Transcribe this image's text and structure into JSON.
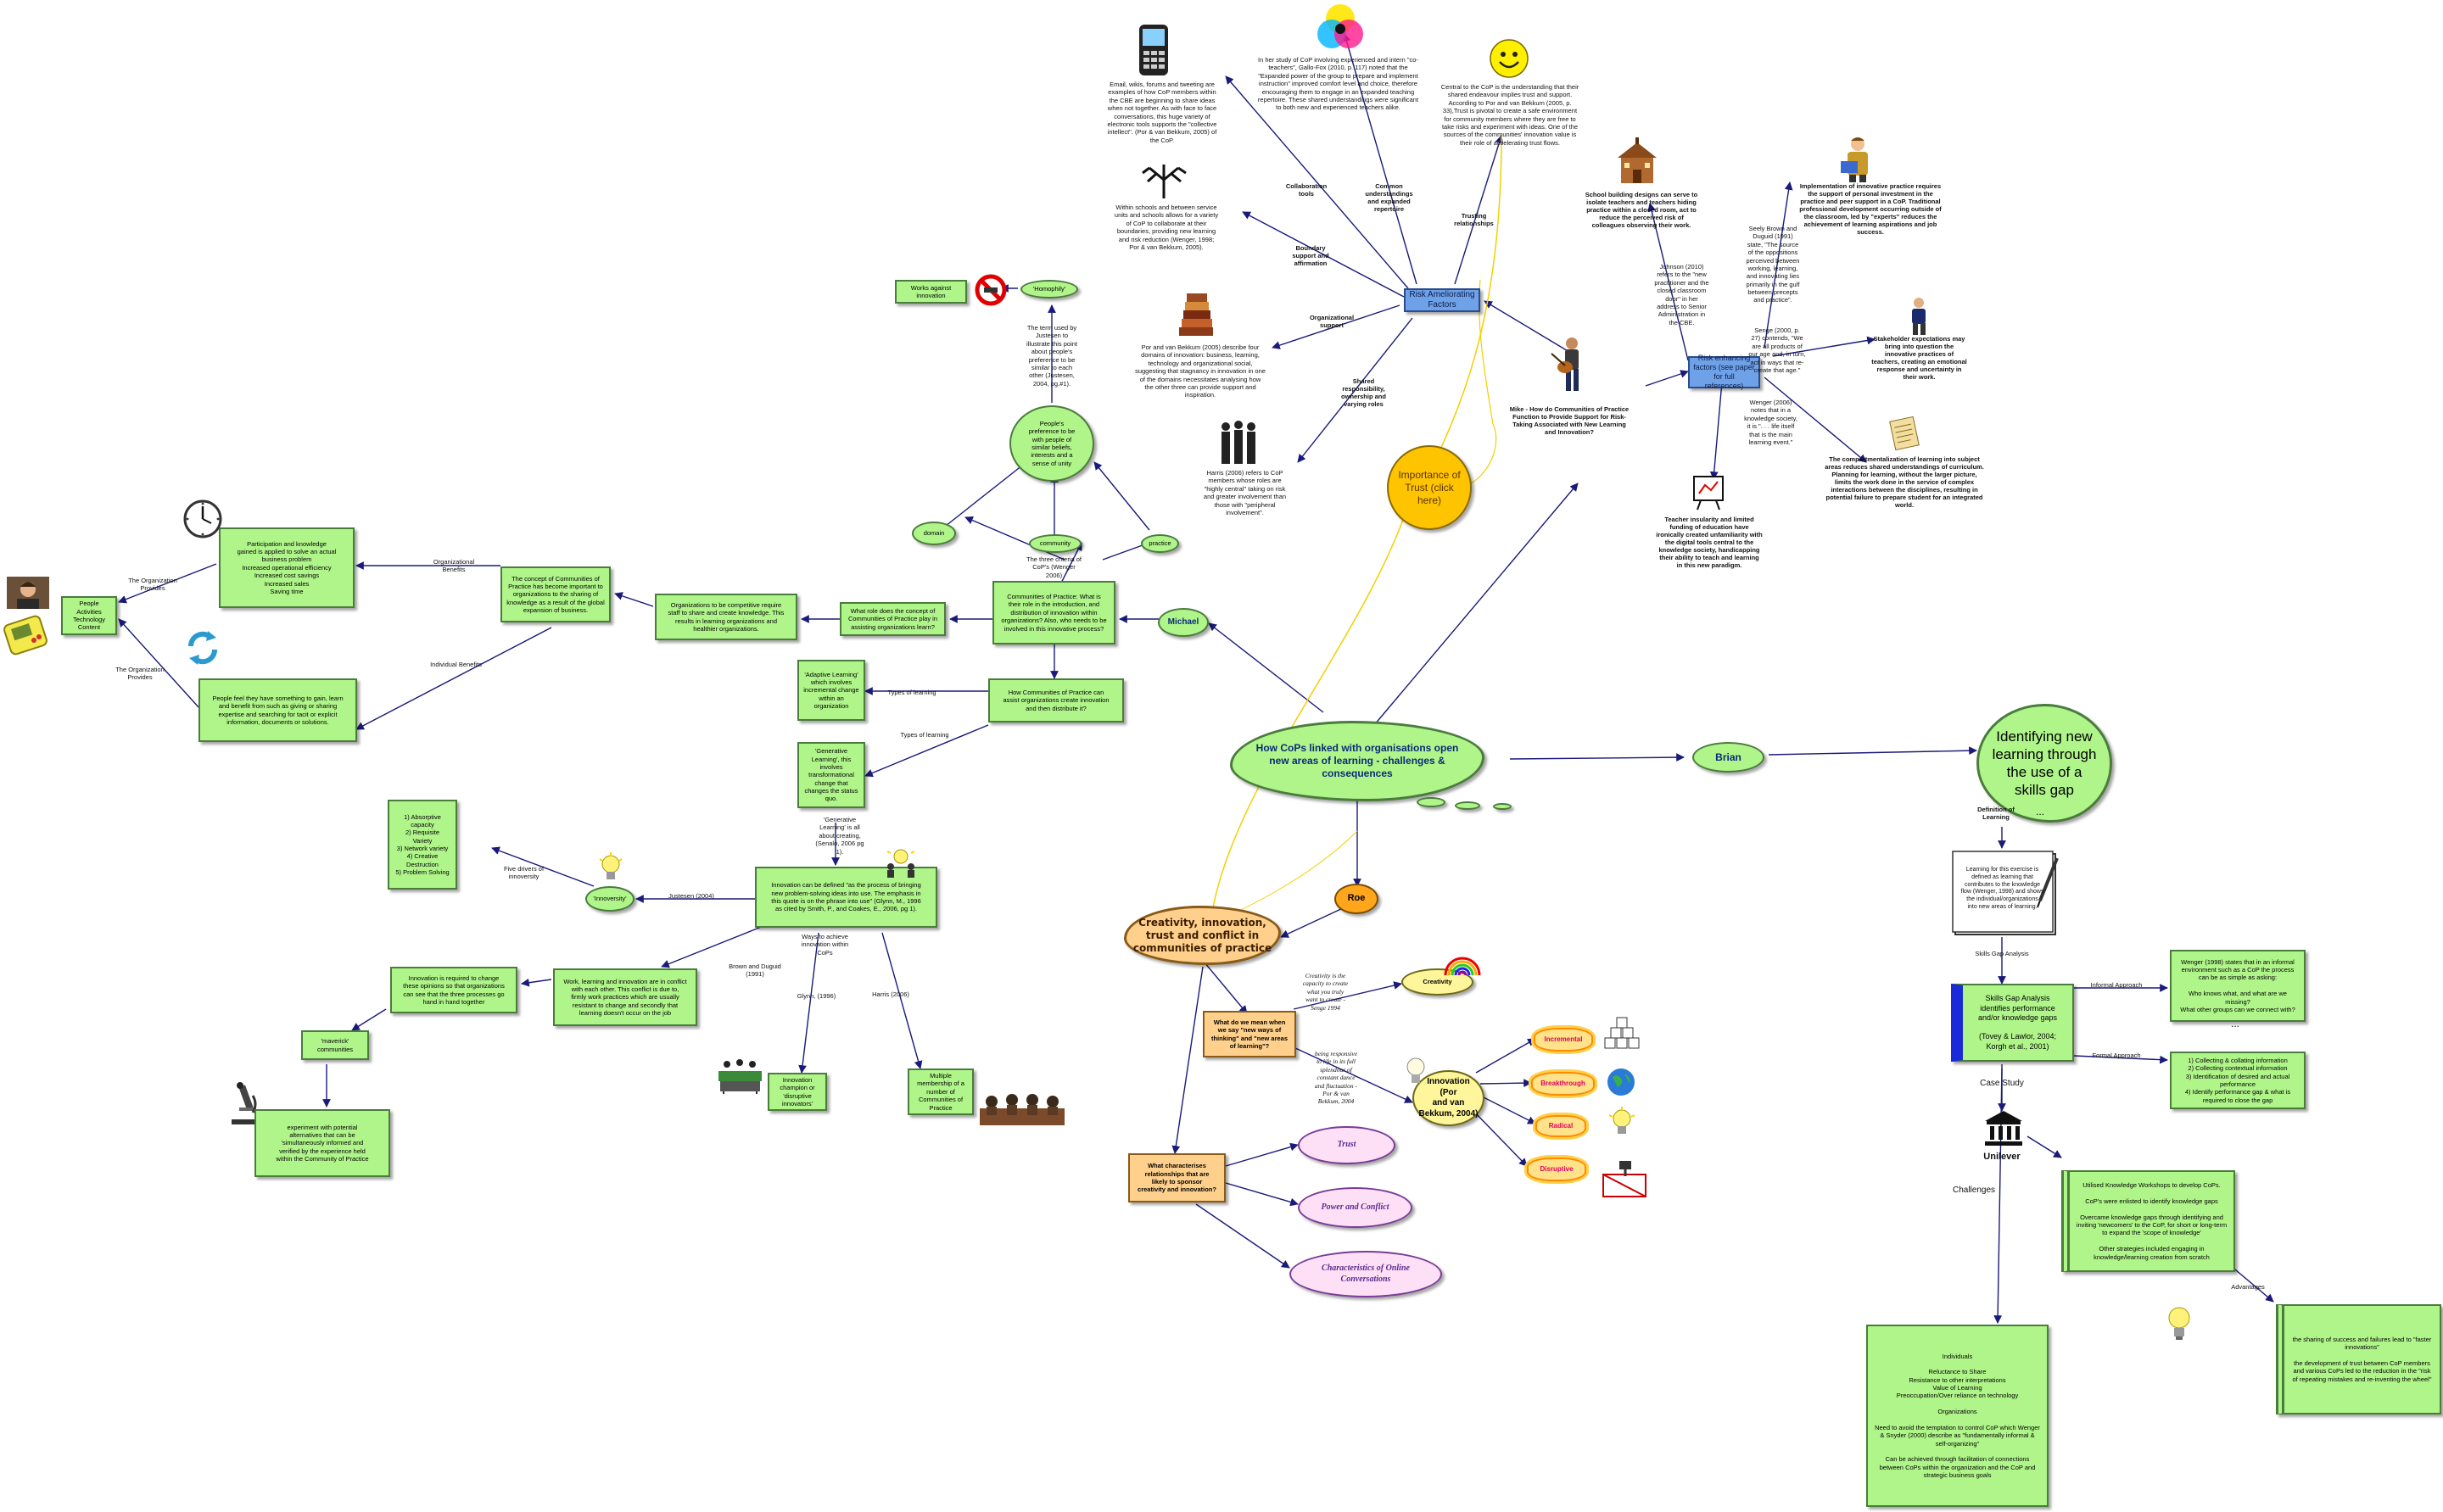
{
  "central": "How CoPs linked with organisations open\nnew areas of learning - challenges &\nconsequences",
  "people": {
    "michael": "Michael",
    "brian": "Brian",
    "roe": "Roe"
  },
  "mike_question": "Mike - How do Communities of Practice\nFunction to Provide Support for Risk-\nTaking Associated with New Learning\nand Innovation?",
  "risk_ameliorating": "Risk Ameliorating\nFactors",
  "risk_enhancing": "Risk enhancing\nfactors (see paper\nfor full\nreferences)",
  "importance_trust": "Importance of\nTrust (click\nhere)",
  "ameliorating_labels": {
    "collab": "Collaboration\ntools",
    "common": "Common\nunderstandings\nand expanded\nrepertoire",
    "trusting": "Trusting\nrelationships",
    "boundary": "Boundary\nsupport and\naffirmation",
    "org": "Organizational\nsupport",
    "shared": "Shared\nresponsibility,\nownership and\nvarying roles"
  },
  "ameliorating_texts": {
    "email": "Email, wikis, forums and tweeting are\nexamples of how CoP members within\nthe CBE are beginning to share ideas\nwhen not together. As with face to face\nconversations, this huge variety of\nelectronic tools supports the \"collective\nintellect\". (Por & van Bekkum, 2005) of\nthe CoP.",
    "gallo": "In her study of CoP involving experienced and intern \"co-\nteachers\", Gallo-Fox (2010, p. 117) noted that the\n\"Expanded power of the group to prepare and implement\ninstruction\" improved comfort level and choice, therefore\nencouraging them to engage in an expanded teaching\nrepertoire. These shared understandings were significant\nto both new and experienced teachers alike.",
    "central": "Central to the CoP is the understanding that their\nshared endeavour implies trust and support.\nAccording to Por and van Bekkum (2005, p.\n33),Trust is pivotal to create a safe environment\nfor community members where they are free to\ntake risks and experiment with ideas. One of the\nsources of the communities' innovation value is\ntheir role of accelerating trust flows.",
    "schools": "Within schools and between service\nunits and schools allows for a variety\nof CoP to collaborate at their\nboundaries, providing new learning\nand risk reduction (Wenger, 1998;\nPor & van Bekkum, 2005).",
    "por": "Por and van Bekkum (2005) describe four\ndomains of innovation: business, learning,\ntechnology and organizational social,\nsuggesting that stagnancy in innovation in one\nof the domains necessitates analysing how\nthe other three can provide support and\ninspiration.",
    "harris": "Harris (2006) refers to CoP\nmembers whose roles are\n\"highly central\" taking on risk\nand greater involvement than\nthose with \"peripheral\ninvolvement\"."
  },
  "enhancing_texts": {
    "school_building": "School building designs can serve to\nisolate teachers and teachers hiding\npractice within a closed room, act to\nreduce the perceived risk of\ncolleagues observing their work.",
    "johnson": "Johnson (2010)\nrefers to the \"new\npractitioner and the\nclosed classroom\ndoor\" in her\naddress to Senior\nAdministration in\nthe CBE.",
    "implementation": "Implementation of innovative practice requires\nthe support of personal investment in the\npractice and peer support in a CoP. Traditional\nprofessional development occurring outside of\nthe classroom, led by \"experts\" reduces the\nachievement of learning aspirations and job\nsuccess.",
    "seely": "Seely Brown and\nDuguid (1991)\nstate, \"The source\nof the oppositions\nperceived between\nworking, learning,\nand innovating lies\nprimarily in the gulf\nbetween precepts\nand practice\".",
    "senge": "Senge (2000, p.\n27) contends, \"We\nare all products of\nour age and, in turn,\nact in ways that re-\ncreate that age.\"",
    "stakeholder": "Stakeholder expectations may\nbring into question the\ninnovative practices of\nteachers, creating an emotional\nresponse and uncertainty in\ntheir work.",
    "wenger": "Wenger (2006)\nnotes that in a\nknowledge society,\nit is \". . . life itself\nthat is the main\nlearning event.\"",
    "compartment": "The compartmentalization of learning into subject\nareas reduces shared understandings of curriculum.\nPlanning for learning, without the larger picture,\nlimits the work done in the service of complex\ninteractions between the disciplines, resulting in\npotential failure to prepare student for an integrated\nworld.",
    "teacher_insularity": "Teacher insularity and limited\nfunding of education have\nironically created unfamiliarity with\nthe digital tools central to the\nknowledge society, handicapping\ntheir ability to teach and learning\nin this new paradigm."
  },
  "michael_branch": {
    "cop_what": "Communities of Practice: What is\ntheir role in the introduction, and\ndistribution of innovation within\norganizations? Also, who needs to be\ninvolved in this innovative process?",
    "three_criteria": "The three criteria of\nCoP's (Wenger\n2006)",
    "domain": "domain",
    "community": "community",
    "practice": "practice",
    "peoples_pref": "People's\npreference to be\nwith people of\nsimilar beliefs,\ninterests and a\nsense of unity",
    "term_used": "The term used by\nJustesen to\nillustrate this point\nabout people's\npreference to be\nsimilar to each\nother (Justesen,\n2004, pg.#1).",
    "homophily": "'Homophily'",
    "works_against": "Works against\ninnovation",
    "what_role": "What role does the concept of\nCommunities of Practice play in\nassisting organizations learn?",
    "orgs_competitive": "Organizations to be competitive require\nstaff to share and create knowledge. This\nresults in learning organizations and\nhealthier organizations.",
    "concept_cop": "The concept of Communities of\nPractice has become important to\norganizations to the sharing of\nknowledge as a result of the global\nexpansion of business.",
    "org_benefits": "Organizational\nBenefits",
    "indiv_benefits": "Individual Benefits",
    "participation": "Participation and knowledge\ngained is applied to solve an actual\nbusiness problem\nIncreased operational efficiency\nIncreased cost savings\nIncreased sales\nSaving time",
    "people_feel": "People feel they have something to gain, learn\nand benefit from such as giving or sharing\nexpertise and searching for tacit or explicit\ninformation, documents or solutions.",
    "org_provides1": "The Organization\nProvides",
    "org_provides2": "The Organization\nProvides",
    "resources": "People\nActivities\nTechnology\nContent",
    "how_cop": "How Communities of Practice can\nassist organizations create innovation\nand then distribute it?",
    "types1": "Types of learning",
    "types2": "Types of learning",
    "adaptive": "'Adaptive Learning'\nwhich involves\nincremental change\nwithin an\norganization",
    "generative": "'Generative\nLearning', this\ninvolves\ntransformational\nchange that\nchanges the status\nquo.",
    "generative_note": "'Generative\nLearning' is all\nabout creating,\n(Senalo, 2006 pg\n1).",
    "innovation_def": "Innovation can be defined \"as the process of bringing\nnew problem-solving ideas into use. The emphasis in\nthis quote is on the phrase into use\" (Glynn, M., 1996\nas cited by Smith, P., and Coakes, E., 2006, pg 1).",
    "justesen": "Justesen (2004)",
    "innoversity": "'Innoversity'",
    "five_drivers": "Five drivers of\ninnoversity",
    "drivers": "1) Absorptive\ncapacity\n2) Requisite\nVariety\n3) Network variety\n4) Creative\nDestruction\n5) Problem Solving",
    "ways": "Ways to achieve\ninnovation within\nCoPs",
    "brown_duguid": "Brown and Duguid\n(1991)",
    "glynn": "Glynn, (1996)",
    "harris2006": "Harris (2006)",
    "work_learning": "Work, learning and innovation are in conflict\nwith each other. This conflict is due to,\nfirmly work practices which are usually\nresistant to change and secondly that\nlearning doesn't occur on the job",
    "innovation_req": "Innovation is required to change\nthese opinions so that organizations\ncan see that the three processes go\nhand in hand together",
    "maverick": "'maverick'\ncommunities",
    "experiment": "experiment with potential\nalternatives that can be\n'simultaneously informed and\nverified by the experience held\nwithin the Community of Practice",
    "champion": "Innovation\nchampion or\n'disruptive\ninnovators'",
    "multiple": "Multiple\nmembership of a\nnumber of\nCommunities of\nPractice"
  },
  "roe_branch": {
    "creativity_cloud": "Creativity, innovation,\ntrust and conflict in\ncommunities of practice",
    "what_mean": "What do we mean when\nwe say \"new ways of\nthinking\" and \"new areas\nof learning\"?",
    "creativity_quote": "Creativity is the\ncapacity to create\nwhat you truly\nwant to create -\nSenge 1994",
    "creativity": "Creativity",
    "being_responsive": "being responsive\nto life in its full\nsplendour of\nconstant dance\nand fluctuation -\nPor & van\nBekkum, 2004",
    "innovation_por": "Innovation (Por\nand van\nBekkum, 2004)",
    "incremental": "Incremental",
    "breakthrough": "Breakthrough",
    "radical": "Radical",
    "disruptive": "Disruptive",
    "what_char": "What characterises\nrelationships that are\nlikely to sponsor\ncreativity and innovation?",
    "trust": "Trust",
    "power": "Power and Conflict",
    "characteristics": "Characteristics of Online\nConversations"
  },
  "brian_branch": {
    "identifying": "Identifying new\nlearning through\nthe use of a\nskills gap",
    "def_learning": "Definition of\nLearning",
    "ellipsis1": "...",
    "learning_def": "Learning for this exercise is\ndefined as learning that\ncontributes to the knowledge\nflow (Wenger, 1998) and shows\nthe individual/organizations\ninto new areas of learning.",
    "skills_gap_analysis": "Skills Gap Analysis",
    "skills_gap_node": "Skills Gap Analysis\nidentifies performance\nand/or knowledge gaps\n\n(Tovey & Lawlor, 2004;\nKorgh et al., 2001)",
    "informal": "Informal Approach",
    "formal": "Formal Approach",
    "wenger_informal": "Wenger (1998) states that in an informal\nenvironment such as a CoP the process\ncan be as simple as asking:\n\nWho knows what, and what are we\nmissing?\nWhat other groups can we connect with?",
    "ellipsis2": "...",
    "formal_steps": "1) Collecting & collating information\n2) Collecting contextual information\n3) Identification of desired and actual\nperformance\n4) Identify performance gap & what is\nrequired to close the gap",
    "case_study": "Case Study",
    "unilever": "Unilever",
    "utilised": "Utilised Knowledge Workshops to develop CoPs.\n\nCoP's were enlisted to identify knowledge gaps\n\nOvercame knowledge gaps through identifying and\ninviting 'newcomers' to the CoP, for short or long-term\nto expand the 'scope of knowledge'\n\nOther strategies included engaging in\nknowledge/learning creation from scratch",
    "advantages": "Advantages",
    "advantages_text": "the sharing of success and failures lead to \"faster\ninnovations\"\n\nthe development of trust between CoP members\nand various CoPs led to the reduction in the \"risk\nof repeating mistakes and re-inventing the wheel\"",
    "challenges": "Challenges",
    "challenges_text": "Individuals\n\nReluctance to Share\nResistance to other interpretations\nValue of Learning\nPreoccupation/Over reliance on technology\n\nOrganizations\n\nNeed to avoid the temptation to control CoP which Wenger\n& Snyder (2000) describe as \"fundamentally informal &\nself-organizing\"\n\nCan be achieved through facilitation of connections\nbetween CoPs within the organization and the CoP and\nstrategic business goals"
  },
  "colors": {
    "node_green": "#b0f58a",
    "edge_navy": "#1a1a7a",
    "trust_link": "#f2d000",
    "blue_node": "#6fa1e8",
    "orange_node": "#ffd08c"
  },
  "icons": [
    "mobile-phone-icon",
    "color-wheel-icon",
    "smiley-icon",
    "school-building-icon",
    "teacher-icon",
    "tree-network-icon",
    "books-icon",
    "business-people-icon",
    "guitar-player-icon",
    "stakeholder-icon",
    "scroll-icon",
    "whiteboard-icon",
    "no-sign-icon",
    "clock-icon",
    "recycle-icon",
    "person-photo-icon",
    "gameboy-icon",
    "lightbulb-icon",
    "idea-people-icon",
    "microscope-icon",
    "meeting-room-icon",
    "audience-icon",
    "rainbow-icon",
    "building-blocks-icon",
    "globe-icon",
    "plunger-icon",
    "notepad-icon",
    "bank-icon",
    "lightbulb-icon-2"
  ]
}
